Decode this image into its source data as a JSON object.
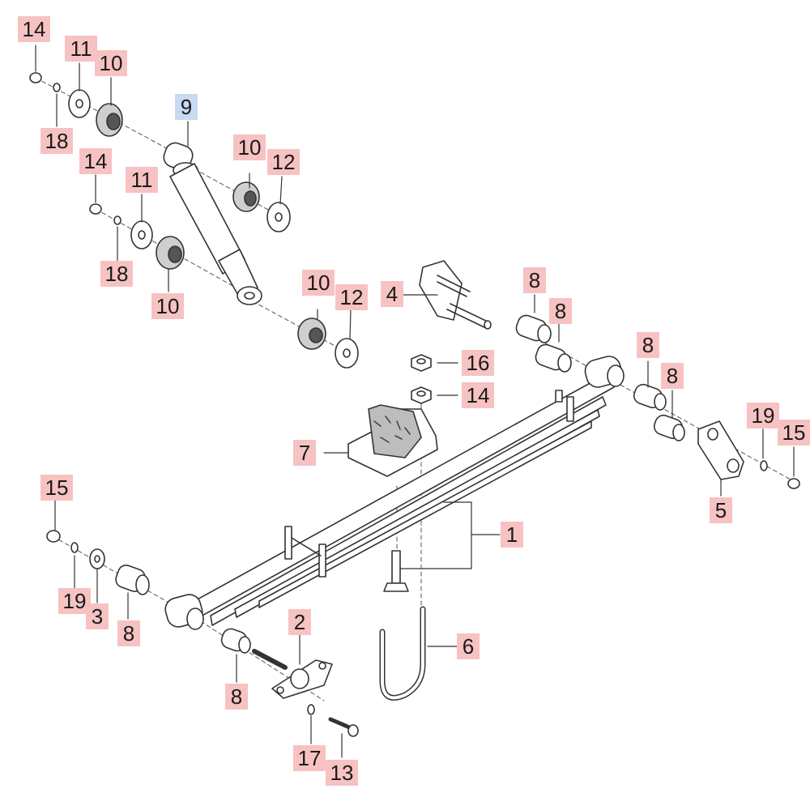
{
  "colors": {
    "label_bg": "#f7c2c2",
    "label_highlight_bg": "#c7daf2",
    "line": "#333333"
  },
  "labels": {
    "p14a": "14",
    "p11a": "11",
    "p10a": "10",
    "p18a": "18",
    "p9": "9",
    "p10b": "10",
    "p12a": "12",
    "p14b": "14",
    "p11b": "11",
    "p18b": "18",
    "p10c": "10",
    "p10d": "10",
    "p12b": "12",
    "p4": "4",
    "p8a": "8",
    "p8b": "8",
    "p16": "16",
    "p14c": "14",
    "p8c": "8",
    "p8d": "8",
    "p19a": "19",
    "p15a": "15",
    "p5": "5",
    "p7": "7",
    "p1": "1",
    "p15b": "15",
    "p19b": "19",
    "p3": "3",
    "p8e": "8",
    "p2": "2",
    "p8f": "8",
    "p6": "6",
    "p17": "17",
    "p13": "13"
  }
}
